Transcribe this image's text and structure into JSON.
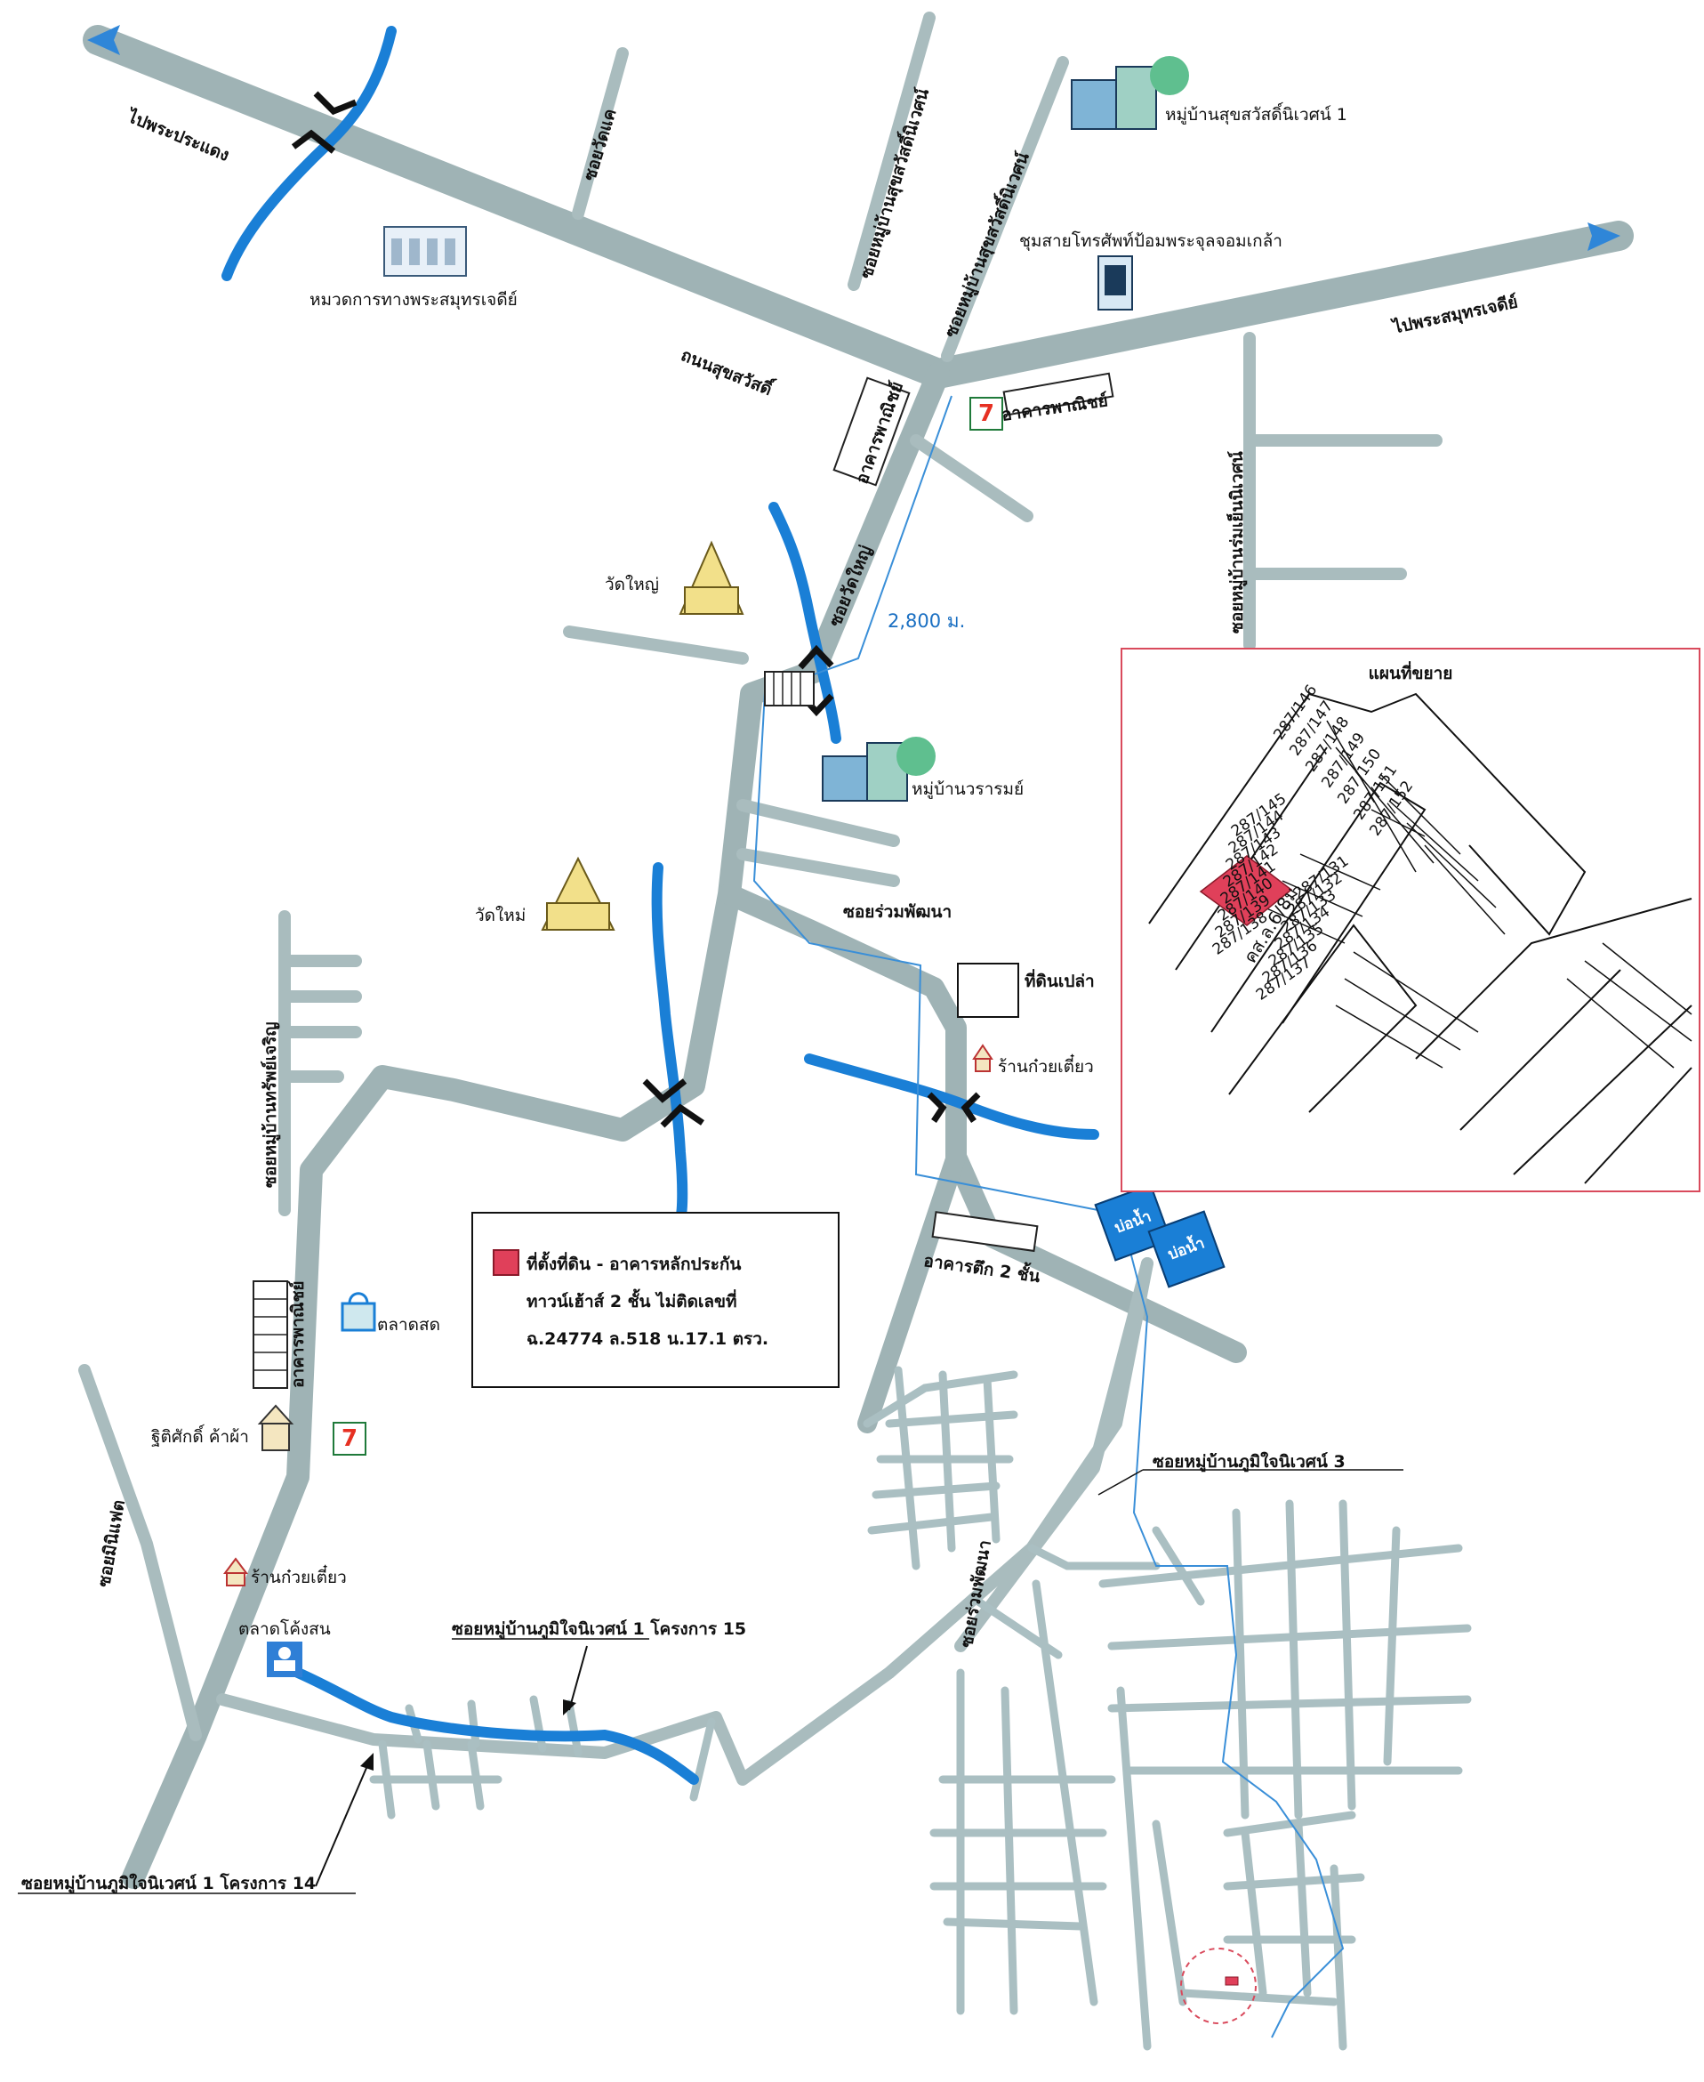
{
  "labels": {
    "to_phra_pradaeng": "ไปพระประแดง",
    "soi_wat_kae": "ซอยวัดแค",
    "soi_mubaan_sukswat_niwet_a": "ซอยหมู่บ้านสุขสวัสดิ์นิเวศน์",
    "soi_mubaan_sukswat_niwet_b": "ซอยหมู่บ้านสุขสวัสดิ์นิเวศน์",
    "mubaan_sukswat_niwet_1": "หมู่บ้านสุขสวัสดิ์นิเวศน์ 1",
    "phone_exchange": "ชุมสายโทรศัพท์ป้อมพระจุลจอมเกล้า",
    "highway_district": "หมวดการทางพระสมุทรเจดีย์",
    "to_phra_samut_chedi": "ไปพระสมุทรเจดีย์",
    "road_suksawat": "ถนนสุขสวัสดิ์",
    "commercial_building_1": "อาคารพาณิชย์",
    "commercial_building_2": "อาคารพาณิชย์",
    "soi_wat_yai": "ซอยวัดใหญ่",
    "wat_yai": "วัดใหญ่",
    "distance": "2,800 ม.",
    "soi_mubaan_ruam_yen_niwet": "ซอยหมู่บ้านร่มเย็นนิเวศน์",
    "mubaan_wararom": "หมู่บ้านวรารมย์",
    "wat_mai": "วัดใหม่",
    "soi_ruam_phatthana_1": "ซอยร่วมพัฒนา",
    "vacant_land": "ที่ดินเปล่า",
    "noodle_shop_1": "ร้านก๋วยเตี๋ยว",
    "soi_mubaan_sap_charoen": "ซอยหมู่บ้านทรัพย์เจริญ",
    "fresh_market": "ตลาดสด",
    "commercial_building_3": "อาคารพาณิชย์",
    "building_2_floors": "อาคารตึก 2 ชั้น",
    "pond_1": "บ่อน้ำ",
    "pond_2": "บ่อน้ำ",
    "chitisak_cloth_shop": "ฐิติศักดิ์ ค้าผ้า",
    "soi_mubaan_phumjai_niwet_3": "ซอยหมู่บ้านภูมิใจนิเวศน์ 3",
    "soi_miniflat": "ซอยมินิแฟต",
    "noodle_shop_2": "ร้านก๋วยเตี๋ยว",
    "talat_khong_son": "ตลาดโค้งสน",
    "soi_ruam_phatthana_2": "ซอยร่วมพัฒนา",
    "soi_phumjai_proj_15": "ซอยหมู่บ้านภูมิใจนิเวศน์ 1 โครงการ 15",
    "soi_phumjai_proj_14": "ซอยหมู่บ้านภูมิใจนิเวศน์ 1 โครงการ 14"
  },
  "legend": {
    "line1": "ที่ตั้งที่ดิน - อาคารหลักประกัน",
    "line2": "ทาวน์เฮ้าส์ 2 ชั้น ไม่ติดเลขที่",
    "line3": "ฉ.24774  ล.518  น.17.1 ตรว.",
    "swatch_color": "#e0405a"
  },
  "inset": {
    "title": "แผนที่ขยาย",
    "lots_top": [
      "287/146",
      "287/147",
      "287/148",
      "287/149",
      "287/150",
      "287/151",
      "287/152"
    ],
    "lots_left": [
      "287/145",
      "287/144",
      "287/143",
      "287/142",
      "287/141",
      "287/140",
      "287/139",
      "287/138"
    ],
    "lots_right": [
      "287/131",
      "287/132",
      "287/133",
      "287/134",
      "287/135",
      "287/136",
      "287/137"
    ],
    "road_label": "คส.ล.6/8ม."
  },
  "colors": {
    "road": "#9fb3b5",
    "road_edge": "#7f9598",
    "water": "#1a7fd6",
    "route": "#3a8fd8",
    "highlight": "#e0405a"
  },
  "icons": [
    "arrow-left-icon",
    "arrow-right-icon",
    "bridge-icon",
    "temple-icon",
    "building-icon",
    "phone-icon",
    "house-icon",
    "market-bag-icon",
    "seven-eleven-icon",
    "market-icon"
  ]
}
